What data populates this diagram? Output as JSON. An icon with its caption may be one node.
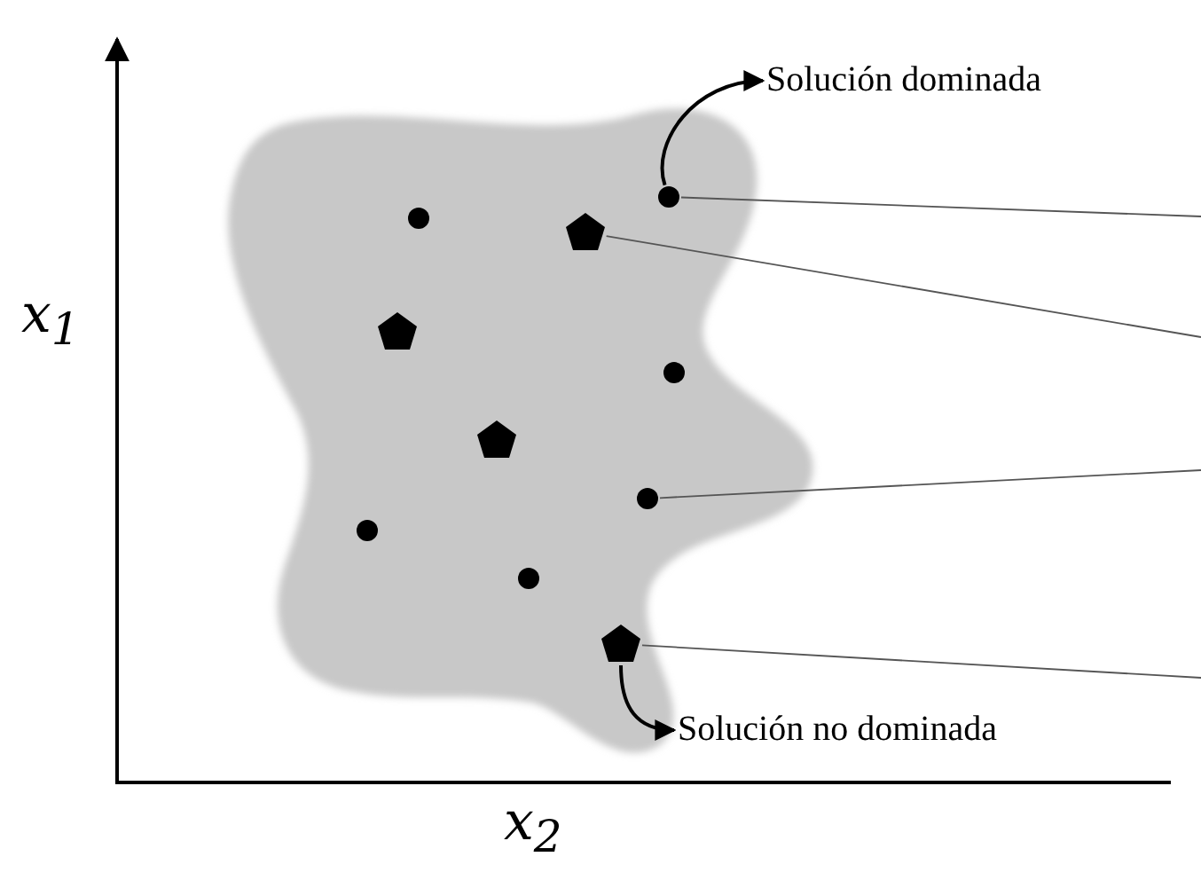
{
  "diagram": {
    "nodes": [
      {
        "text": [
          "Solución dominada"
        ]
      },
      {
        "text": [],
        "shape": "circle"
      },
      {
        "text": [],
        "shape": "circle"
      },
      {
        "text": [],
        "shape": "pentagon"
      },
      {
        "text": [],
        "shape": "pentagon"
      },
      {
        "text": [],
        "shape": "circle"
      },
      {
        "text": [],
        "shape": "pentagon"
      },
      {
        "text": [],
        "shape": "circle"
      },
      {
        "text": [],
        "shape": "circle"
      },
      {
        "text": [],
        "shape": "circle"
      },
      {
        "text": [],
        "shape": "pentagon"
      },
      {
        "text": [
          "Solución no dominada"
        ]
      }
    ],
    "edges": [
      {
        "from": 1,
        "to": 0,
        "arrow": "to"
      },
      {
        "from": 10,
        "to": 11,
        "arrow": "to"
      },
      {
        "from": 1,
        "to": null,
        "arrow": "none"
      },
      {
        "from": 3,
        "to": null,
        "arrow": "none"
      },
      {
        "from": 7,
        "to": null,
        "arrow": "none"
      },
      {
        "from": 10,
        "to": null,
        "arrow": "none"
      }
    ],
    "labels": [
      "x$_{1}$",
      "x$_{2}$"
    ]
  }
}
